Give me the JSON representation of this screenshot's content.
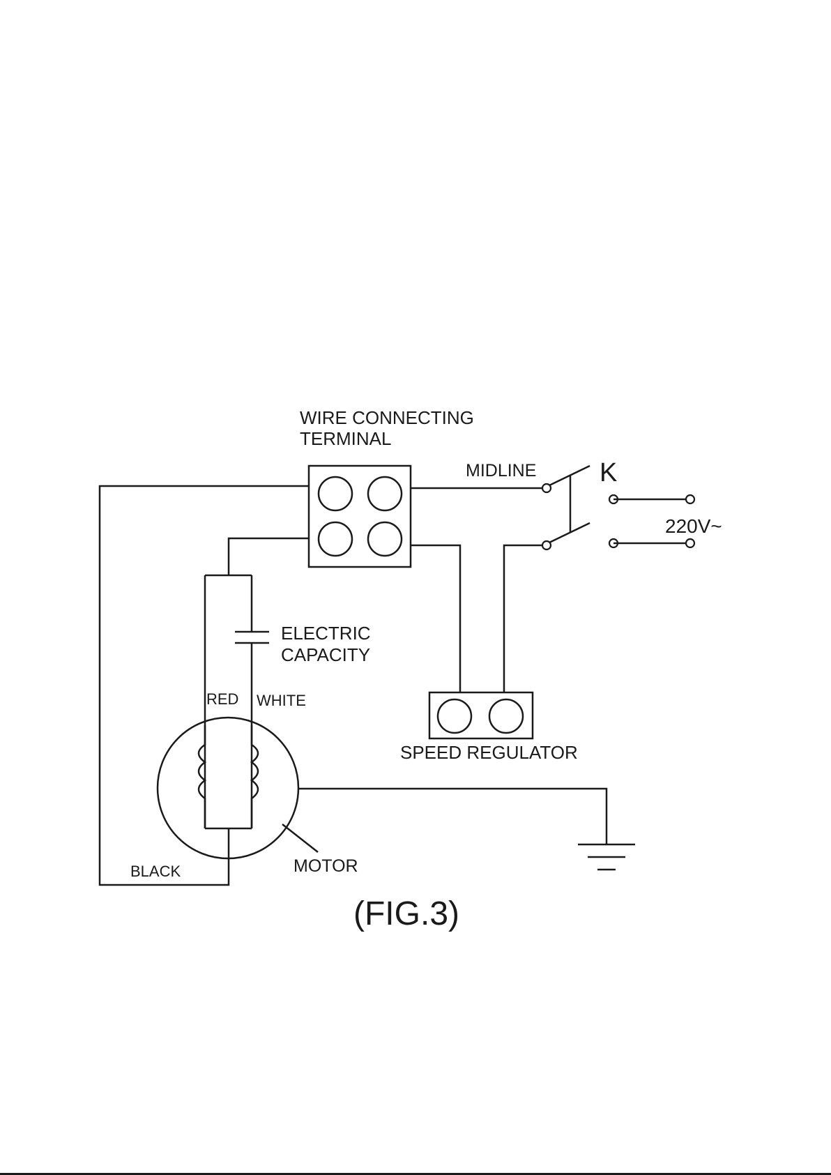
{
  "diagram": {
    "labels": {
      "terminal_line1": "WIRE CONNECTING",
      "terminal_line2": "TERMINAL",
      "midline": "MIDLINE",
      "switch": "K",
      "voltage": "220V~",
      "capacitor_line1": "ELECTRIC",
      "capacitor_line2": "CAPACITY",
      "red": "RED",
      "white": "WHITE",
      "speed_regulator": "SPEED REGULATOR",
      "black": "BLACK",
      "motor": "MOTOR",
      "figure": "(FIG.3)"
    }
  }
}
